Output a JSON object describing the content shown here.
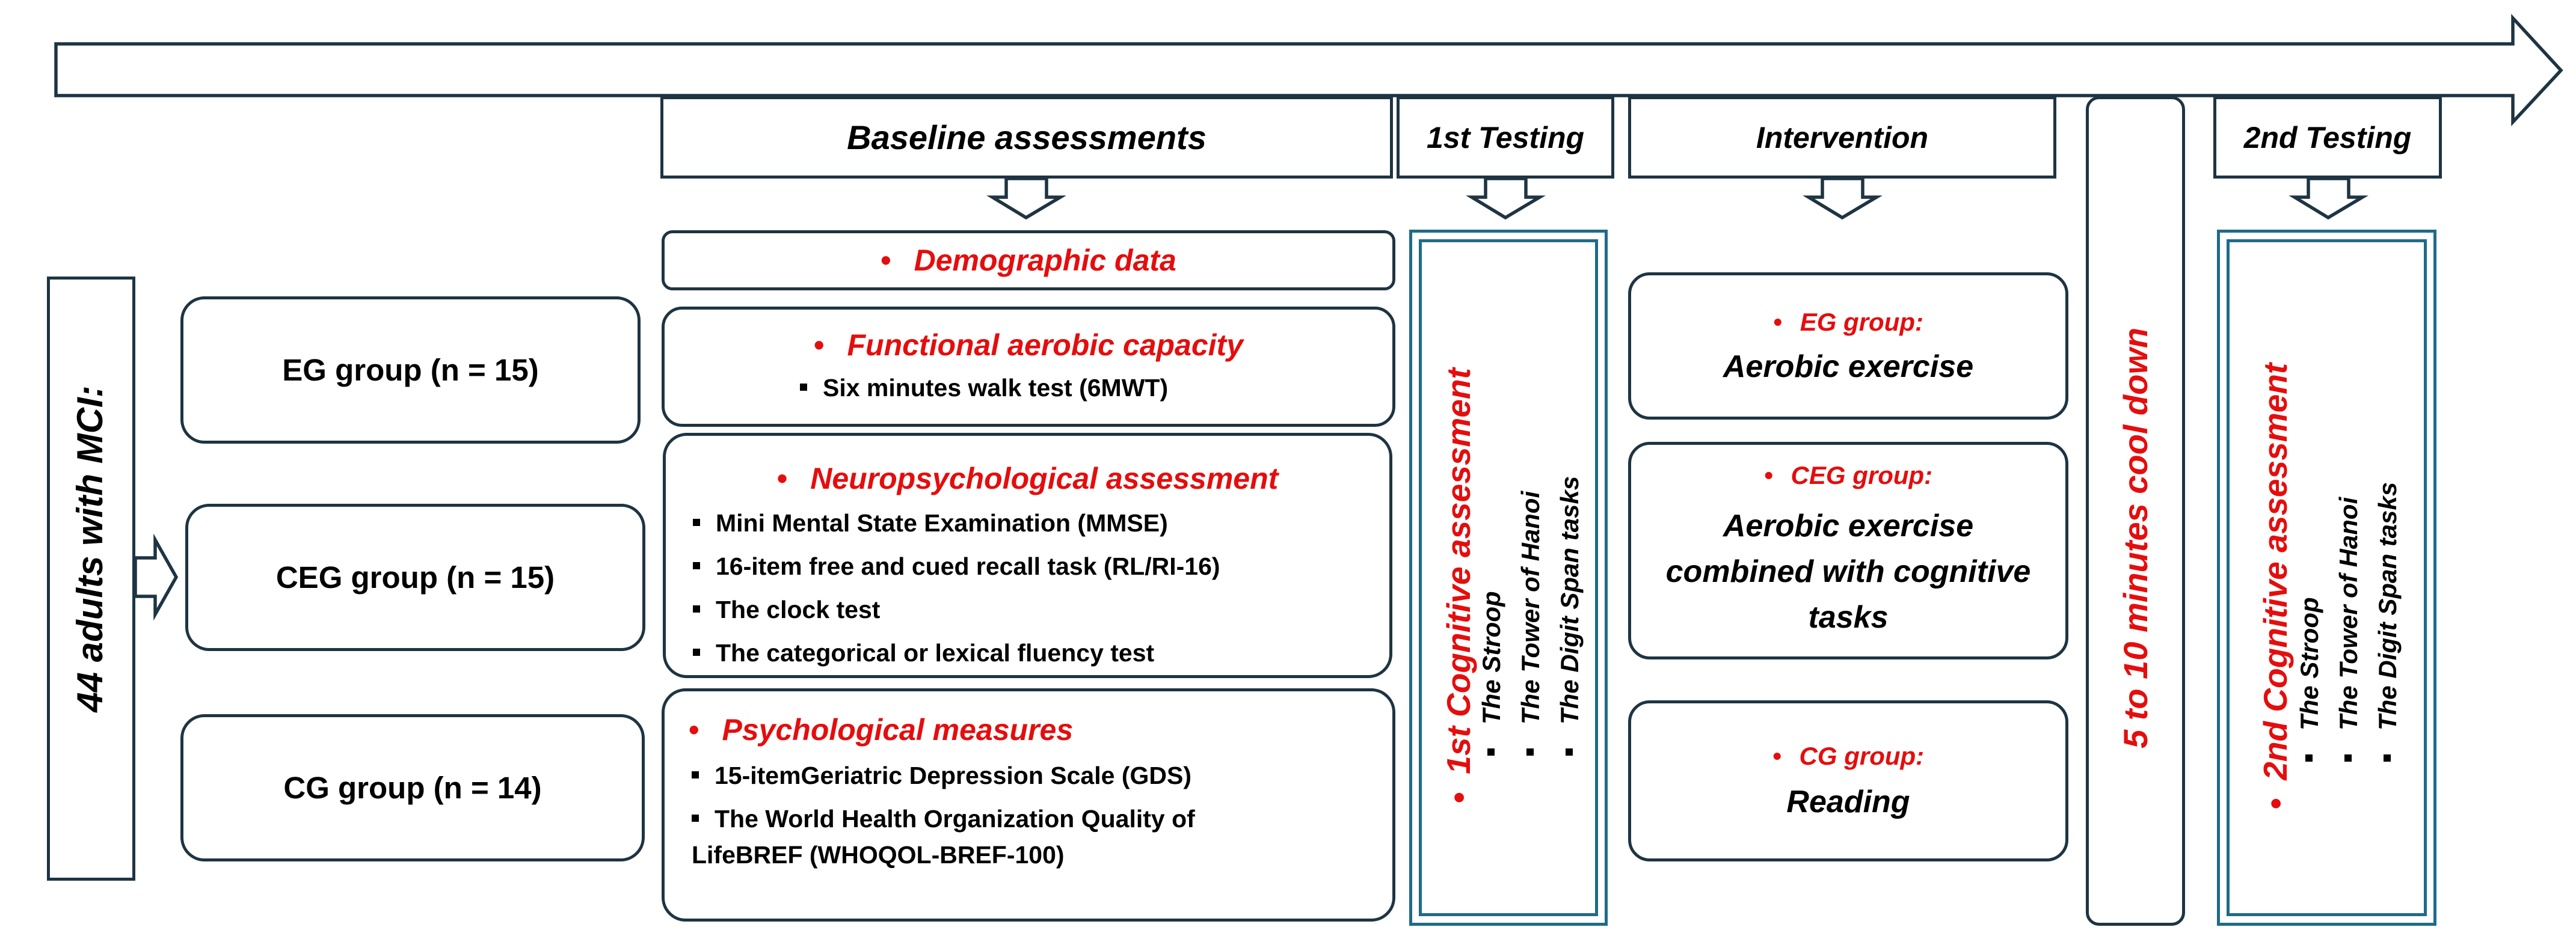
{
  "left_label": "44 adults with MCI:",
  "groups": [
    {
      "label": "EG group (n = 15)"
    },
    {
      "label": "CEG group (n = 15)"
    },
    {
      "label": "CG group (n = 14)"
    }
  ],
  "headers": {
    "baseline": "Baseline assessments",
    "testing1": "1st Testing",
    "intervention": "Intervention",
    "testing2": "2nd Testing"
  },
  "baseline": {
    "demographic": "Demographic data",
    "aerobic": {
      "title": "Functional aerobic capacity",
      "items": [
        "Six minutes walk test (6MWT)"
      ]
    },
    "neuro": {
      "title": "Neuropsychological assessment",
      "items": [
        "Mini Mental State Examination (MMSE)",
        "16-item free and cued recall task (RL/RI-16)",
        "The clock test",
        "The categorical or lexical fluency test"
      ]
    },
    "psych": {
      "title": "Psychological measures",
      "items": [
        "15-itemGeriatric Depression Scale (GDS)",
        "The World Health Organization Quality of",
        "LifeBREF (WHOQOL-BREF-100)"
      ]
    }
  },
  "testing1": {
    "title": "1st Cognitive assessment",
    "items": [
      "The Stroop",
      "The Tower of Hanoi",
      "The Digit Span tasks"
    ]
  },
  "testing2": {
    "title": "2nd Cognitive assessment",
    "items": [
      "The Stroop",
      "The Tower of Hanoi",
      "The Digit Span tasks"
    ]
  },
  "intervention": [
    {
      "group": "EG group:",
      "lines": [
        "Aerobic exercise"
      ]
    },
    {
      "group": "CEG group:",
      "lines": [
        "Aerobic exercise",
        "combined with cognitive",
        "tasks"
      ]
    },
    {
      "group": "CG group:",
      "lines": [
        "Reading"
      ]
    }
  ],
  "cooldown": "5 to 10 minutes cool down",
  "colors": {
    "accent_red": "#e50d0d",
    "border_dark": "#1e3443",
    "border_teal": "#1e6b88"
  }
}
